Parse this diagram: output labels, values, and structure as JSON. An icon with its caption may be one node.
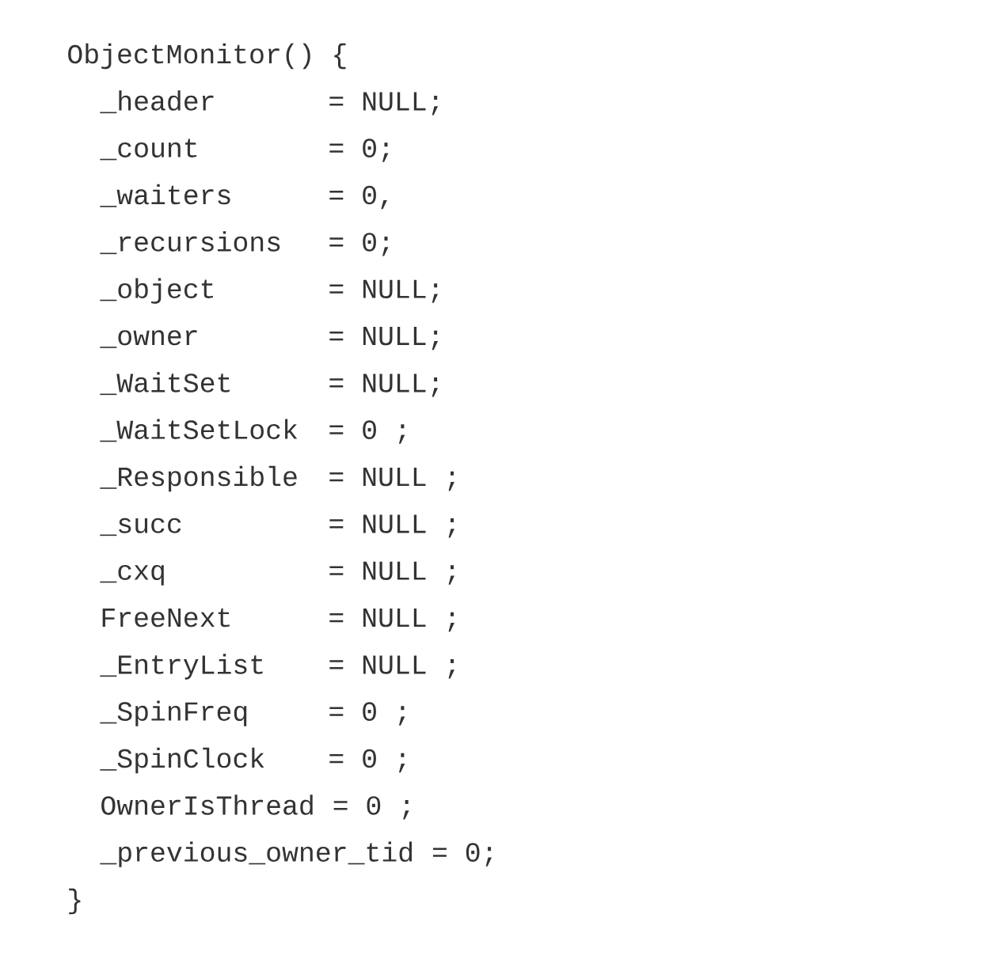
{
  "diagram": {
    "labels": [
      "ObjectMonitor() {",
      "_header",
      "= NULL;",
      "_count",
      "= 0;",
      "_waiters",
      "= 0,",
      "_recursions",
      "= 0;",
      "_object",
      "= NULL;",
      "_owner",
      "= NULL;",
      "_WaitSet",
      "= NULL;",
      "_WaitSetLock",
      "= 0 ;",
      "_Responsible",
      "= NULL ;",
      "_succ",
      "= NULL ;",
      "_cxq",
      "= NULL ;",
      "FreeNext",
      "= NULL ;",
      "_EntryList",
      "= NULL ;",
      "_SpinFreq",
      "= 0 ;",
      "_SpinClock",
      "= 0 ;",
      "OwnerIsThread",
      "= 0 ;",
      "_previous_owner_tid",
      "= 0;",
      "}"
    ]
  }
}
